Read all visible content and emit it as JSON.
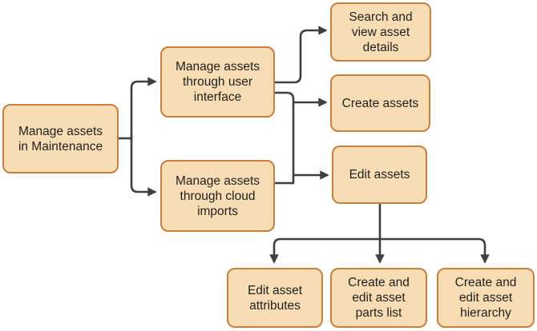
{
  "diagram": {
    "type": "flowchart",
    "background": "#FFFFFF",
    "node_fill": "#F8DDB4",
    "node_border": "#C5803E",
    "connector_color": "#3F3F3F",
    "text_color": "#1F1F1F",
    "nodes": {
      "root": {
        "label": "Manage assets\nin Maintenance"
      },
      "ui": {
        "label": "Manage assets\nthrough user\ninterface"
      },
      "cloud": {
        "label": "Manage assets\nthrough cloud\nimports"
      },
      "search": {
        "label": "Search and\nview asset\ndetails"
      },
      "create": {
        "label": "Create assets"
      },
      "edit": {
        "label": "Edit assets"
      },
      "attrs": {
        "label": "Edit asset\nattributes"
      },
      "parts": {
        "label": "Create and\nedit asset\nparts list"
      },
      "hierarchy": {
        "label": "Create and\nedit asset\nhierarchy"
      }
    },
    "edges": [
      {
        "from": "Manage assets in Maintenance",
        "to": "Manage assets through user interface"
      },
      {
        "from": "Manage assets in Maintenance",
        "to": "Manage assets through cloud imports"
      },
      {
        "from": "Manage assets through user interface",
        "to": "Search and view asset details"
      },
      {
        "from": "Manage assets through user interface",
        "to": "Create assets"
      },
      {
        "from": "Manage assets through user interface",
        "to": "Edit assets"
      },
      {
        "from": "Manage assets through cloud imports",
        "to": "Edit assets"
      },
      {
        "from": "Edit assets",
        "to": "Edit asset attributes"
      },
      {
        "from": "Edit assets",
        "to": "Create and edit asset parts list"
      },
      {
        "from": "Edit assets",
        "to": "Create and edit asset hierarchy"
      }
    ]
  }
}
